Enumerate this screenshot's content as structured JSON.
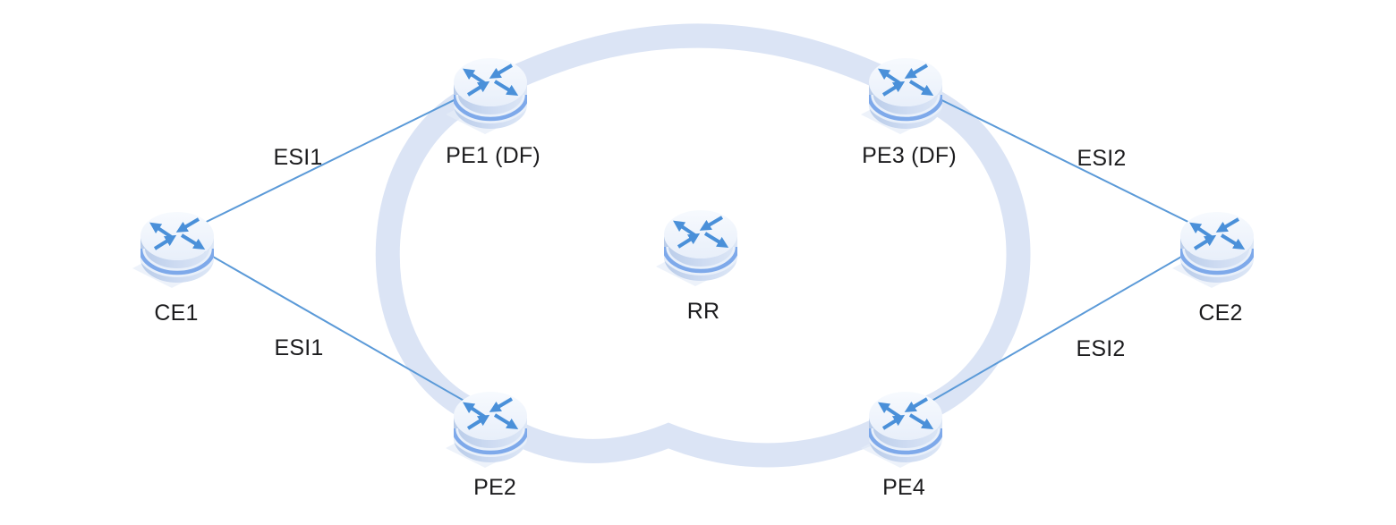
{
  "diagram": {
    "type": "network-topology",
    "nodes": [
      {
        "id": "ce1",
        "label": "CE1",
        "role": "customer-edge-router"
      },
      {
        "id": "pe1",
        "label": "PE1 (DF)",
        "role": "provider-edge-router"
      },
      {
        "id": "pe2",
        "label": "PE2",
        "role": "provider-edge-router"
      },
      {
        "id": "rr",
        "label": "RR",
        "role": "route-reflector"
      },
      {
        "id": "pe3",
        "label": "PE3 (DF)",
        "role": "provider-edge-router"
      },
      {
        "id": "pe4",
        "label": "PE4",
        "role": "provider-edge-router"
      },
      {
        "id": "ce2",
        "label": "CE2",
        "role": "customer-edge-router"
      }
    ],
    "links": [
      {
        "from": "ce1",
        "to": "pe1",
        "label": "ESI1"
      },
      {
        "from": "ce1",
        "to": "pe2",
        "label": "ESI1"
      },
      {
        "from": "ce2",
        "to": "pe3",
        "label": "ESI2"
      },
      {
        "from": "ce2",
        "to": "pe4",
        "label": "ESI2"
      }
    ],
    "cloud": {
      "members": [
        "pe1",
        "pe2",
        "pe3",
        "pe4",
        "rr"
      ]
    },
    "colors": {
      "link-line": "#5b9ad8",
      "cloud-band": "#dbe4f5",
      "router-arrow": "#4a90d9",
      "router-stripe": "#7ea9ea",
      "label-text": "#1c1c1e"
    }
  }
}
